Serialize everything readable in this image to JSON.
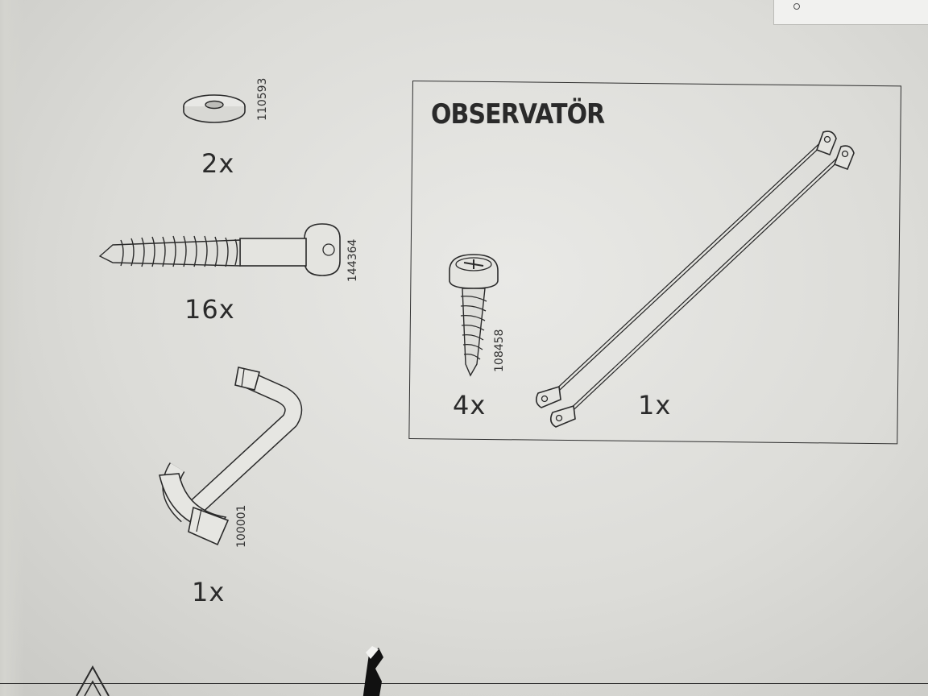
{
  "document": {
    "box_title": "OBSERVATÖR",
    "parts": [
      {
        "name": "washer",
        "part_number": "110593",
        "quantity": "2x"
      },
      {
        "name": "wood-screw",
        "part_number": "144364",
        "quantity": "16x"
      },
      {
        "name": "allen-key",
        "part_number": "100001",
        "quantity": "1x"
      },
      {
        "name": "pan-head-screw",
        "part_number": "108458",
        "quantity": "4x"
      },
      {
        "name": "tether-strap",
        "part_number": "",
        "quantity": "1x"
      }
    ]
  },
  "icons": [
    "washer-icon",
    "wood-screw-icon",
    "allen-key-icon",
    "pan-head-screw-icon",
    "tether-strap-icon",
    "warning-triangle-icon"
  ],
  "colors": {
    "paper": "#e4e4e1",
    "ink": "#2a2a2a"
  }
}
